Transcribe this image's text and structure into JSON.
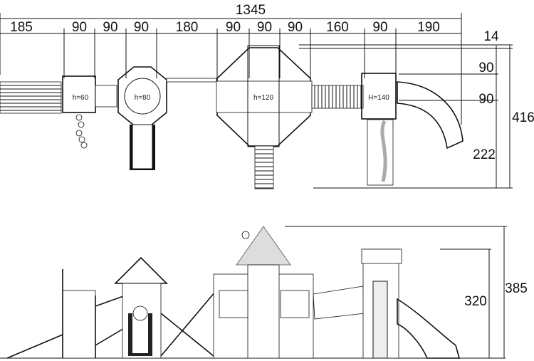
{
  "plan_view": {
    "total_width": "1345",
    "segments": [
      "185",
      "90",
      "90",
      "90",
      "180",
      "90",
      "90",
      "90",
      "160",
      "90",
      "190"
    ],
    "right_dims": {
      "offset": "14",
      "upper": "90",
      "middle": "90",
      "lower": "222",
      "total_depth": "416"
    },
    "tower_heights": [
      "h=60",
      "h=80",
      "h=120",
      "H=140"
    ]
  },
  "elevation_view": {
    "platform_height": "320",
    "total_height": "385"
  }
}
